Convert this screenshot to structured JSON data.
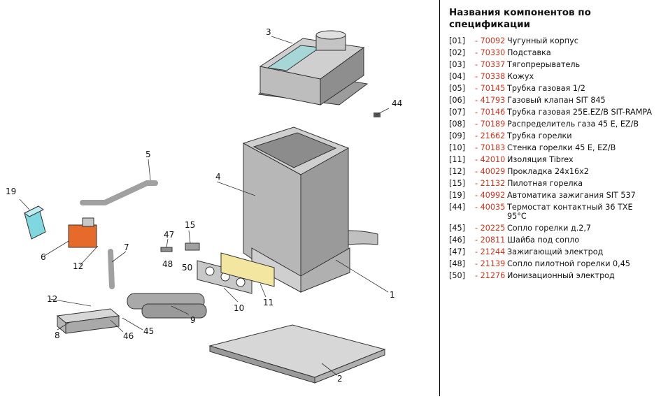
{
  "spec": {
    "title": "Названия компонентов по спецификации",
    "items": [
      {
        "idx": "[01]",
        "code": "- 70092",
        "name": "Чугунный корпус"
      },
      {
        "idx": "[02]",
        "code": "- 70330",
        "name": "Подставка"
      },
      {
        "idx": "[03]",
        "code": "- 70337",
        "name": "Тягопрерыватель"
      },
      {
        "idx": "[04]",
        "code": "- 70338",
        "name": "Кожух"
      },
      {
        "idx": "[05]",
        "code": "- 70145",
        "name": "Трубка газовая 1/2"
      },
      {
        "idx": "[06]",
        "code": "- 41793",
        "name": "Газовый клапан SIT 845"
      },
      {
        "idx": "[07]",
        "code": "- 70146",
        "name": "Трубка газовая 25E.EZ/B SIT-RAMPA"
      },
      {
        "idx": "[08]",
        "code": "- 70189",
        "name": "Распределитель газа 45 E, EZ/B"
      },
      {
        "idx": "[09]",
        "code": "- 21662",
        "name": "Трубка горелки"
      },
      {
        "idx": "[10]",
        "code": "- 70183",
        "name": "Стенка горелки 45 E, EZ/B"
      },
      {
        "idx": "[11]",
        "code": "- 42010",
        "name": "Изоляция Tibrex"
      },
      {
        "idx": "[12]",
        "code": "- 40029",
        "name": "Прокладка 24x16x2"
      },
      {
        "idx": "[15]",
        "code": "- 21132",
        "name": "Пилотная горелка"
      },
      {
        "idx": "[19]",
        "code": "- 40992",
        "name": "Автоматика зажигания SIT 537"
      },
      {
        "idx": "[44]",
        "code": "- 40035",
        "name": "Термостат контактный 36 TXE 95°C"
      },
      {
        "idx": "[45]",
        "code": "- 20225",
        "name": "Сопло горелки д.2,7"
      },
      {
        "idx": "[46]",
        "code": "- 20811",
        "name": "Шайба под сопло"
      },
      {
        "idx": "[47]",
        "code": "- 21244",
        "name": "Зажигающий электрод"
      },
      {
        "idx": "[48]",
        "code": "- 21139",
        "name": "Сопло пилотной горелки 0,45"
      },
      {
        "idx": "[50]",
        "code": "- 21276",
        "name": "Ионизационный электрод"
      }
    ]
  },
  "callouts": {
    "c1": "1",
    "c2": "2",
    "c3": "3",
    "c4": "4",
    "c5": "5",
    "c6": "6",
    "c7": "7",
    "c8": "8",
    "c9": "9",
    "c10": "10",
    "c11": "11",
    "c12a": "12",
    "c12b": "12",
    "c15": "15",
    "c19": "19",
    "c44": "44",
    "c45": "45",
    "c46": "46",
    "c47": "47",
    "c48": "48",
    "c50": "50"
  },
  "colors": {
    "code_red": "#d0331c",
    "part_gray": "#a9a9a9",
    "accent_teal": "#7fd7e0",
    "accent_orange": "#e66b2b",
    "insulation_yellow": "#f2e6a0"
  }
}
